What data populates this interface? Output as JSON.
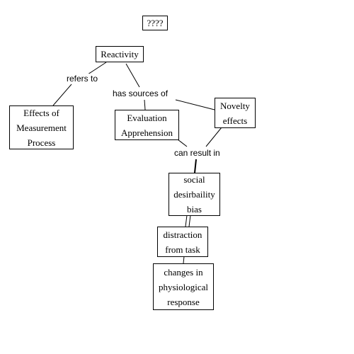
{
  "title": "????",
  "concepts": {
    "reactivity": "Reactivity",
    "effects": "Effects of\nMeasurement\nProcess",
    "evaluation": "Evaluation\nApprehension",
    "novelty": "Novelty\neffects",
    "social": "social\ndesirbaility\nbias",
    "distraction": "distraction\nfrom task",
    "physiological": "changes in\nphysiological\nresponse"
  },
  "links": {
    "refers_to": "refers to",
    "has_sources_of": "has sources of",
    "can_result_in": "can result in"
  }
}
